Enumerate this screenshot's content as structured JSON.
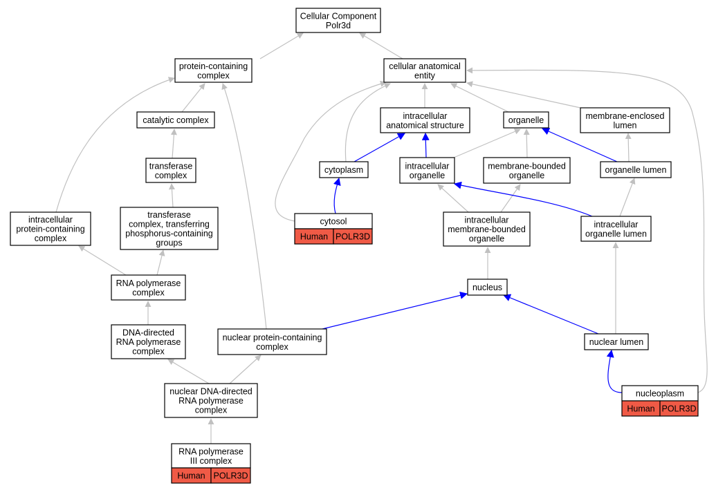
{
  "colors": {
    "is_a": "#c0c0c0",
    "part_of": "#0000ff",
    "annotation_fill": "#f05a46",
    "node_fill": "#ffffff",
    "node_border": "#000000"
  },
  "nodes": {
    "cellular_component": [
      "Cellular Component",
      "Polr3d"
    ],
    "protein_containing_complex": [
      "protein-containing",
      "complex"
    ],
    "cellular_anatomical_entity": [
      "cellular anatomical",
      "entity"
    ],
    "catalytic_complex": [
      "catalytic complex"
    ],
    "intracellular_anatomical_structure": [
      "intracellular",
      "anatomical structure"
    ],
    "organelle": [
      "organelle"
    ],
    "membrane_enclosed_lumen": [
      "membrane-enclosed",
      "lumen"
    ],
    "transferase_complex": [
      "transferase",
      "complex"
    ],
    "cytoplasm": [
      "cytoplasm"
    ],
    "intracellular_organelle": [
      "intracellular",
      "organelle"
    ],
    "membrane_bounded_organelle": [
      "membrane-bounded",
      "organelle"
    ],
    "organelle_lumen": [
      "organelle lumen"
    ],
    "intracellular_protein_containing_complex": [
      "intracellular",
      "protein-containing",
      "complex"
    ],
    "transferase_complex_phosphorus": [
      "transferase",
      "complex, transferring",
      "phosphorus-containing",
      "groups"
    ],
    "cytosol": [
      "cytosol"
    ],
    "intracellular_membrane_bounded_organelle": [
      "intracellular",
      "membrane-bounded",
      "organelle"
    ],
    "intracellular_organelle_lumen": [
      "intracellular",
      "organelle lumen"
    ],
    "rna_polymerase_complex": [
      "RNA polymerase",
      "complex"
    ],
    "nucleus": [
      "nucleus"
    ],
    "dna_directed_rna_polymerase_complex": [
      "DNA-directed",
      "RNA polymerase",
      "complex"
    ],
    "nuclear_protein_containing_complex": [
      "nuclear protein-containing",
      "complex"
    ],
    "nuclear_lumen": [
      "nuclear lumen"
    ],
    "nuclear_dna_directed_rna_polymerase_complex": [
      "nuclear DNA-directed",
      "RNA polymerase",
      "complex"
    ],
    "nucleoplasm": [
      "nucleoplasm"
    ],
    "rna_polymerase_iii_complex": [
      "RNA polymerase",
      "III complex"
    ]
  },
  "annotations": {
    "cytosol": [
      "Human",
      "POLR3D"
    ],
    "nucleoplasm": [
      "Human",
      "POLR3D"
    ],
    "rna_polymerase_iii_complex": [
      "Human",
      "POLR3D"
    ]
  }
}
